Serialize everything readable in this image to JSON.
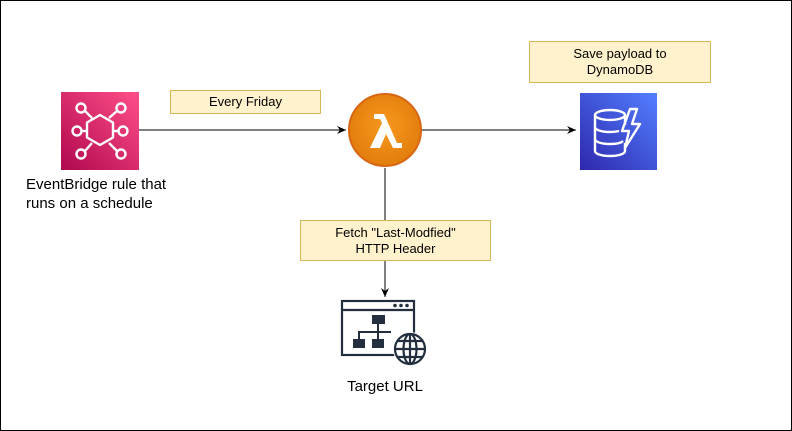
{
  "nodes": {
    "eventbridge": {
      "label_line1": "EventBridge rule that",
      "label_line2": "runs on a schedule",
      "icon": "eventbridge-icon"
    },
    "lambda": {
      "icon": "lambda-icon"
    },
    "dynamodb": {
      "icon": "dynamodb-icon"
    },
    "target": {
      "label": "Target URL",
      "icon": "web-sitemap-globe-icon"
    }
  },
  "notes": {
    "schedule": "Every Friday",
    "save_line1": "Save payload to",
    "save_line2": "DynamoDB",
    "fetch_line1": "Fetch \"Last-Modfied\"",
    "fetch_line2": "HTTP Header"
  },
  "colors": {
    "eventbridge": "#e7157b",
    "lambda": "#ed7100",
    "dynamodb": "#3b48cc",
    "note_fill": "#fff2cc",
    "note_border": "#d6b656"
  }
}
